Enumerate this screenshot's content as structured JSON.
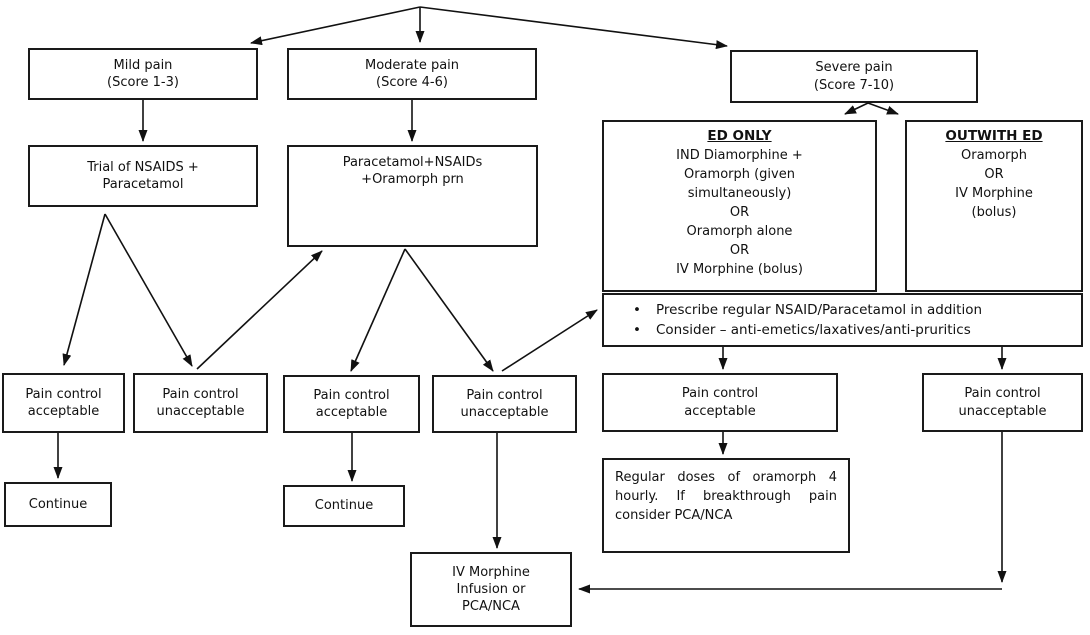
{
  "diagram": {
    "kind": "flowchart",
    "topic": "Pain management by pain score",
    "nodes": {
      "mild": {
        "label": "Mild pain\n(Score 1-3)"
      },
      "moderate": {
        "label": "Moderate pain\n(Score 4-6)"
      },
      "severe": {
        "label": "Severe pain\n(Score 7-10)"
      },
      "trial": {
        "label": "Trial of NSAIDS +\nParacetamol"
      },
      "para": {
        "label": "Paracetamol+NSAIDs\n+Oramorph prn"
      },
      "ed_only": {
        "heading": "ED ONLY",
        "body": "IND Diamorphine +\nOramorph (given\nsimultaneously)\nOR\nOramorph alone\nOR\nIV Morphine (bolus)"
      },
      "outwith_ed": {
        "heading": "OUTWITH ED",
        "body": "Oramorph\nOR\nIV Morphine\n(bolus)"
      },
      "addition_notes": {
        "bullets": [
          "Prescribe regular NSAID/Paracetamol in addition",
          "Consider – anti-emetics/laxatives/anti-pruritics"
        ]
      },
      "pc_mild_acceptable": {
        "label": "Pain control\nacceptable"
      },
      "pc_mild_unacceptable": {
        "label": "Pain control\nunacceptable"
      },
      "pc_moderate_acceptable": {
        "label": "Pain control\nacceptable"
      },
      "pc_moderate_unacceptable": {
        "label": "Pain control\nunacceptable"
      },
      "pc_severe_acceptable": {
        "label": "Pain control\nacceptable"
      },
      "pc_severe_unacceptable": {
        "label": "Pain control\nunacceptable"
      },
      "continue_mild": {
        "label": "Continue"
      },
      "continue_moderate": {
        "label": "Continue"
      },
      "regular_doses": {
        "label": "Regular doses of oramorph 4 hourly. If breakthrough pain consider PCA/NCA"
      },
      "iv_infusion": {
        "label": "IV Morphine\nInfusion or\nPCA/NCA"
      }
    },
    "connections": [
      {
        "from": "triage-apex",
        "to": "mild"
      },
      {
        "from": "triage-apex",
        "to": "moderate"
      },
      {
        "from": "triage-apex",
        "to": "severe"
      },
      {
        "from": "mild",
        "to": "trial"
      },
      {
        "from": "moderate",
        "to": "para"
      },
      {
        "from": "severe",
        "to": "ed_only"
      },
      {
        "from": "severe",
        "to": "outwith_ed"
      },
      {
        "from": "trial",
        "to": "pc_mild_acceptable"
      },
      {
        "from": "trial",
        "to": "pc_mild_unacceptable"
      },
      {
        "from": "pc_mild_unacceptable",
        "to": "para"
      },
      {
        "from": "para",
        "to": "pc_moderate_acceptable"
      },
      {
        "from": "para",
        "to": "pc_moderate_unacceptable"
      },
      {
        "from": "pc_moderate_unacceptable",
        "to": "addition_notes"
      },
      {
        "from": "addition_notes",
        "to": "pc_severe_acceptable"
      },
      {
        "from": "addition_notes",
        "to": "pc_severe_unacceptable"
      },
      {
        "from": "pc_mild_acceptable",
        "to": "continue_mild"
      },
      {
        "from": "pc_moderate_acceptable",
        "to": "continue_moderate"
      },
      {
        "from": "pc_moderate_unacceptable",
        "to": "iv_infusion"
      },
      {
        "from": "pc_severe_acceptable",
        "to": "regular_doses"
      },
      {
        "from": "pc_severe_unacceptable",
        "to": "iv_infusion"
      }
    ],
    "colors": {
      "line": "#111111",
      "box_bg": "#ffffff",
      "border": "#1a1a1a"
    }
  }
}
